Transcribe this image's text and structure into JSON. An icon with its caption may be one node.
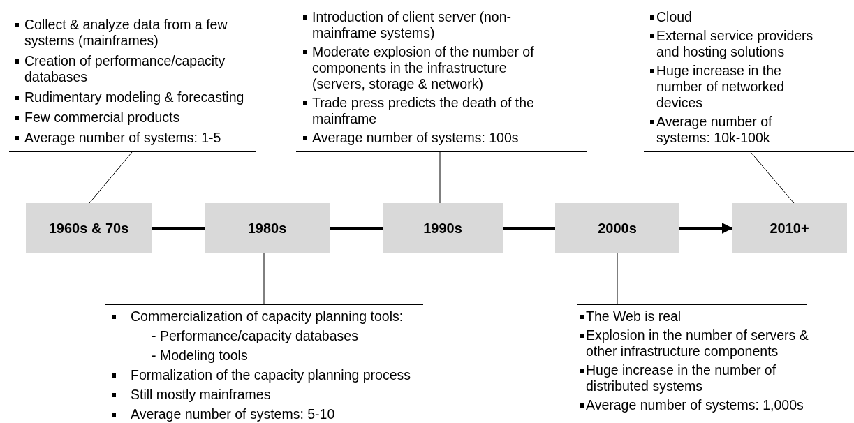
{
  "diagram": {
    "nodes": [
      {
        "text": [
          "1960s & 70s"
        ]
      },
      {
        "text": [
          "1980s"
        ]
      },
      {
        "text": [
          "1990s"
        ]
      },
      {
        "text": [
          "2000s"
        ]
      },
      {
        "text": [
          "2010+"
        ]
      },
      {
        "text": [
          "Collect & analyze data from a few systems (mainframes)",
          "Creation of performance/capacity databases",
          "Rudimentary modeling & forecasting",
          "Few commercial products",
          "Average number of systems: 1-5"
        ]
      },
      {
        "text": [
          "Introduction of client server (non-mainframe systems)",
          "Moderate explosion of the number of components in the infrastructure (servers, storage & network)",
          "Trade press predicts the death of the mainframe",
          "Average number of systems: 100s"
        ]
      },
      {
        "text": [
          "Cloud",
          "External service providers and hosting solutions",
          "Huge increase in the number of networked devices",
          "Average number of systems: 10k-100k"
        ]
      },
      {
        "text": [
          "Commercialization of capacity planning tools:",
          "- Performance/capacity databases",
          "- Modeling tools",
          "Formalization of the capacity planning process",
          "Still mostly mainframes",
          "Average number of systems: 5-10"
        ]
      },
      {
        "text": [
          "The Web is real",
          "Explosion in the number of servers & other infrastructure components",
          "Huge increase in the number of distributed systems",
          "Average number of systems: 1,000s"
        ]
      }
    ],
    "edges": [
      {
        "from": 0,
        "to": 1,
        "arrow": "none",
        "style": "thick"
      },
      {
        "from": 1,
        "to": 2,
        "arrow": "none",
        "style": "thick"
      },
      {
        "from": 2,
        "to": 3,
        "arrow": "none",
        "style": "thick"
      },
      {
        "from": 3,
        "to": 4,
        "arrow": "to",
        "style": "thick"
      },
      {
        "from": 5,
        "to": 0,
        "arrow": "none"
      },
      {
        "from": 6,
        "to": 2,
        "arrow": "none"
      },
      {
        "from": 7,
        "to": 4,
        "arrow": "none"
      },
      {
        "from": 8,
        "to": 1,
        "arrow": "none"
      },
      {
        "from": 9,
        "to": 3,
        "arrow": "none"
      }
    ]
  }
}
